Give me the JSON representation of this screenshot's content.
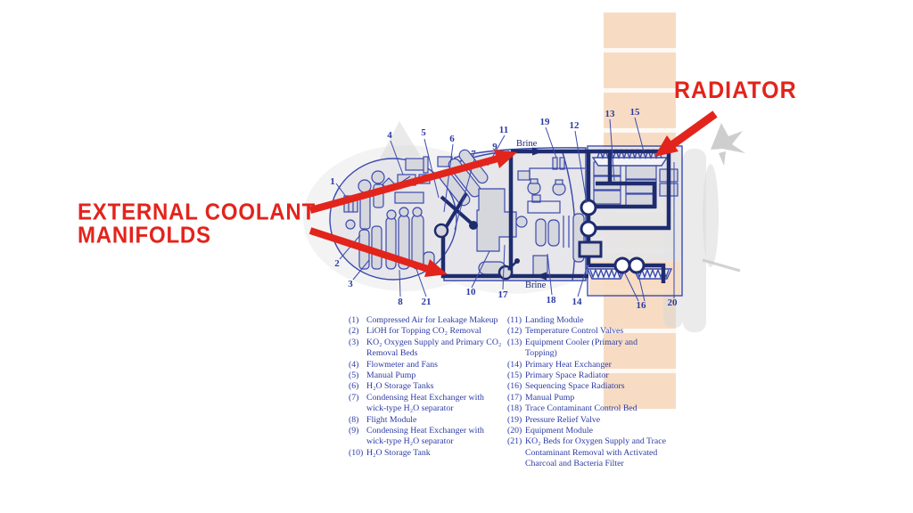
{
  "annotations": {
    "radiator": "RADIATOR",
    "external_line1": "EXTERNAL COOLANT",
    "external_line2": "MANIFOLDS"
  },
  "flow_labels": {
    "top": "Brine",
    "bottom": "Brine"
  },
  "callouts": {
    "c1": "1",
    "c2": "2",
    "c3": "3",
    "c4": "4",
    "c5": "5",
    "c6": "6",
    "c7": "7",
    "c8": "8",
    "c9": "9",
    "c10": "10",
    "c11": "11",
    "c12": "12",
    "c13": "13",
    "c14": "14",
    "c15": "15",
    "c16": "16",
    "c17": "17",
    "c18": "18",
    "c19": "19",
    "c20": "20",
    "c21": "21"
  },
  "legend": {
    "left": [
      {
        "num": "(1)",
        "text": "Compressed Air for Leakage Makeup"
      },
      {
        "num": "(2)",
        "text": "LiOH for Topping CO₂ Removal"
      },
      {
        "num": "(3)",
        "text": "KO₂ Oxygen Supply and Primary CO₂ Removal Beds"
      },
      {
        "num": "(4)",
        "text": "Flowmeter and Fans"
      },
      {
        "num": "(5)",
        "text": "Manual Pump"
      },
      {
        "num": "(6)",
        "text": "H₂O Storage Tanks"
      },
      {
        "num": "(7)",
        "text": "Condensing Heat Exchanger with wick-type H₂O separator"
      },
      {
        "num": "(8)",
        "text": "Flight Module"
      },
      {
        "num": "(9)",
        "text": "Condensing Heat Exchanger with wick-type H₂O separator"
      },
      {
        "num": "(10)",
        "text": "H₂O Storage Tank"
      }
    ],
    "right": [
      {
        "num": "(11)",
        "text": "Landing Module"
      },
      {
        "num": "(12)",
        "text": "Temperature Control Valves"
      },
      {
        "num": "(13)",
        "text": "Equipment Cooler (Primary and Topping)"
      },
      {
        "num": "(14)",
        "text": "Primary Heat Exchanger"
      },
      {
        "num": "(15)",
        "text": "Primary Space Radiator"
      },
      {
        "num": "(16)",
        "text": "Sequencing Space Radiators"
      },
      {
        "num": "(17)",
        "text": "Manual Pump"
      },
      {
        "num": "(18)",
        "text": "Trace Contaminant Control Bed"
      },
      {
        "num": "(19)",
        "text": "Pressure Relief Valve"
      },
      {
        "num": "(20)",
        "text": "Equipment Module"
      },
      {
        "num": "(21)",
        "text": "KO₂ Beds for Oxygen Supply and Trace Contaminant Removal with Activated Charcoal and Bacteria Filter"
      }
    ]
  },
  "colors": {
    "accent_red": "#e2241c",
    "diagram_blue": "#3a4aad",
    "pipe_navy": "#1e2c6e",
    "text_blue": "#2b3aa3",
    "panel_orange": "#f7dcc3"
  }
}
